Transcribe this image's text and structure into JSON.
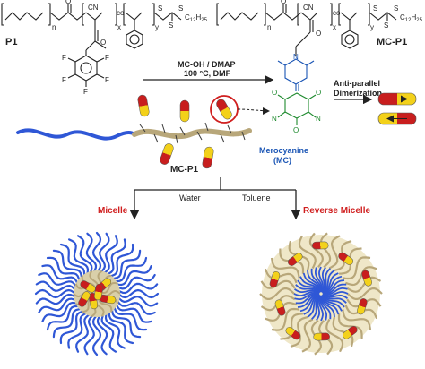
{
  "structures": {
    "p1": {
      "label": "P1",
      "sub_n": "n",
      "sub_x": "x",
      "sub_y": "y",
      "co": "co",
      "cn": "CN",
      "o": "O",
      "s": "S",
      "c12": "C",
      "c12_sub": "12",
      "c12_h": "H",
      "c12_hsub": "25",
      "f": "F"
    },
    "mcp1": {
      "label": "MC-P1",
      "sub_n": "n",
      "sub_x": "x",
      "sub_y": "y",
      "co": "co",
      "cn": "CN",
      "o": "O",
      "s": "S",
      "n_atom": "N"
    }
  },
  "reaction": {
    "line1": "MC-OH / DMAP",
    "line2": "100 °C, DMF"
  },
  "middle": {
    "polymer_label": "MC-P1",
    "dye_name": "Merocyanine",
    "dye_abbr": "(MC)",
    "dimer_line1": "Anti-parallel",
    "dimer_line2": "Dimerization"
  },
  "branches": {
    "left": "Water",
    "right": "Toluene"
  },
  "assemblies": {
    "left_title": "Micelle",
    "right_title": "Reverse Micelle"
  },
  "colors": {
    "title_red": "#d01f1f",
    "dye_blue": "#1a55b5",
    "peo_blue": "#2f57d6",
    "backbone_tan": "#b8a77a",
    "dye_red": "#c81e1e",
    "dye_yellow": "#f3d11a"
  }
}
